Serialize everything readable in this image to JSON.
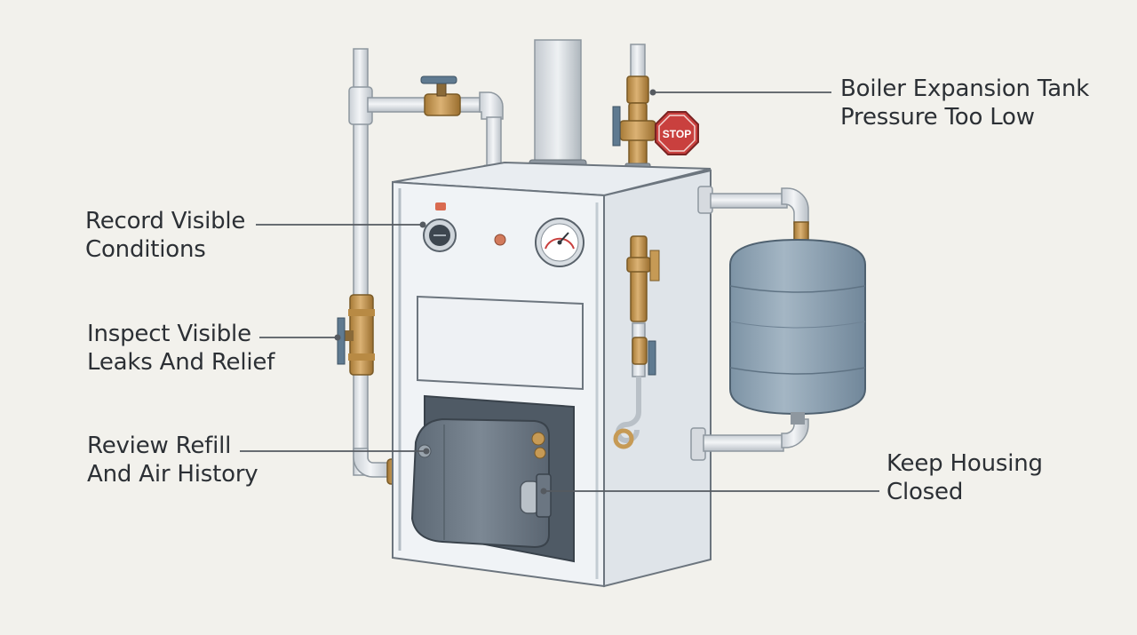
{
  "callouts": {
    "expansion_tank": {
      "line1": "Boiler Expansion Tank",
      "line2": "Pressure Too Low"
    },
    "record": {
      "line1": "Record Visible",
      "line2": "Conditions"
    },
    "inspect": {
      "line1": "Inspect Visible",
      "line2": "Leaks And Relief"
    },
    "review": {
      "line1": "Review Refill",
      "line2": "And Air History"
    },
    "housing": {
      "line1": "Keep Housing",
      "line2": "Closed"
    }
  },
  "stop_sign": {
    "text": "STOP",
    "color": "#c9403e"
  },
  "colors": {
    "background": "#f2f1ec",
    "pipe": "#e6e8ea",
    "brass": "#c69a55",
    "valve_handle": "#5f7a90",
    "boiler_body": "#eef1f4",
    "burner_housing": "#6f7c89",
    "expansion_tank": "#8ea3b4",
    "callout_line": "#555a60"
  }
}
